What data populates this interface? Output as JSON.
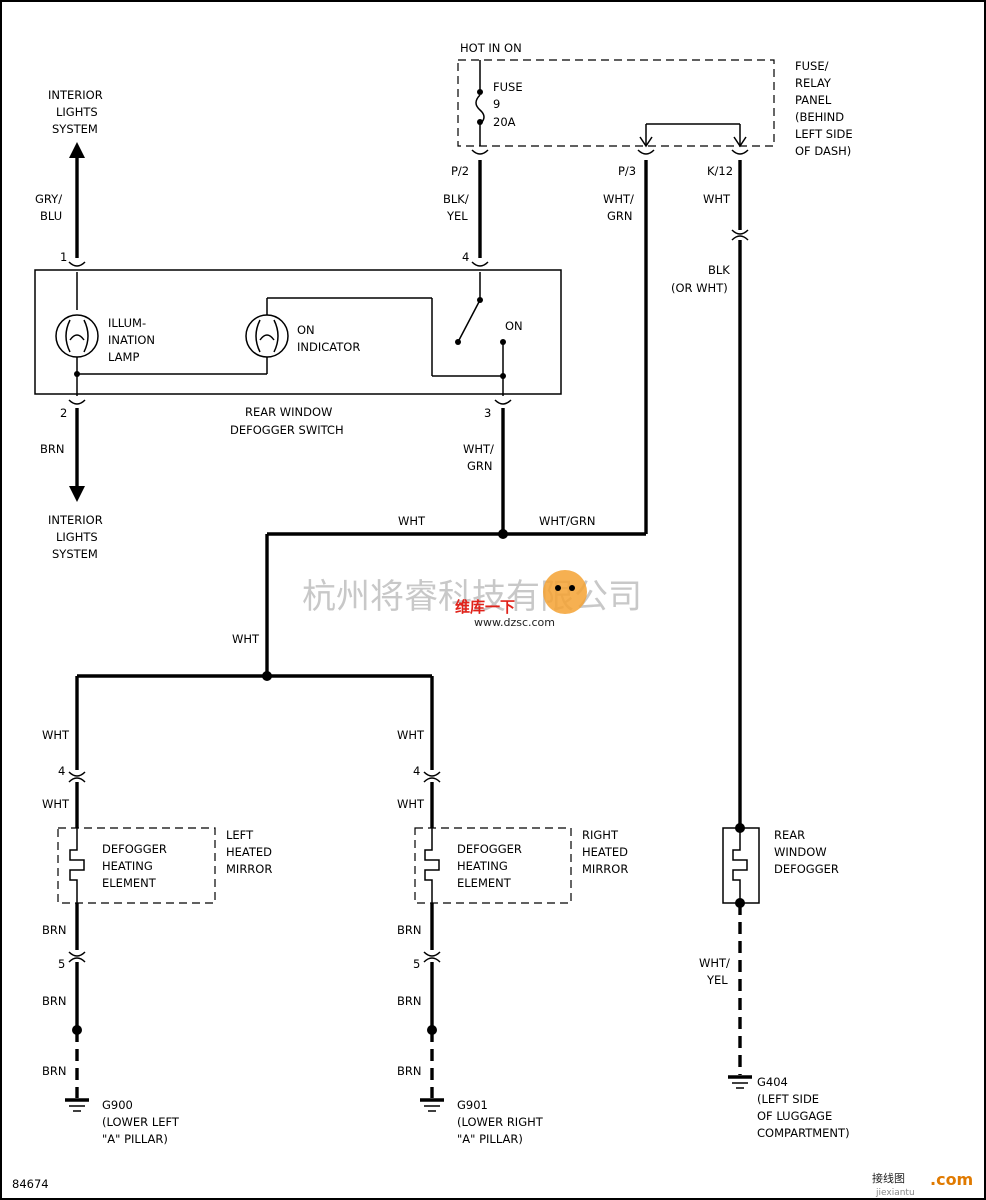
{
  "diagram_id": "84674",
  "labels": {
    "hot_in_on": "HOT IN ON",
    "fuse_1": "FUSE",
    "fuse_2": "9",
    "fuse_3": "20A",
    "fuse_panel_1": "FUSE/",
    "fuse_panel_2": "RELAY",
    "fuse_panel_3": "PANEL",
    "fuse_panel_4": "(BEHIND",
    "fuse_panel_5": "LEFT SIDE",
    "fuse_panel_6": "OF DASH)",
    "p2": "P/2",
    "p3": "P/3",
    "k12": "K/12",
    "blk_yel_1": "BLK/",
    "blk_yel_2": "YEL",
    "wht_grn_top_1": "WHT/",
    "wht_grn_top_2": "GRN",
    "wht_k12": "WHT",
    "blk_or_wht_1": "BLK",
    "blk_or_wht_2": "(OR WHT)",
    "interior_top_1": "INTERIOR",
    "interior_top_2": "LIGHTS",
    "interior_top_3": "SYSTEM",
    "gry_blu_1": "GRY/",
    "gry_blu_2": "BLU",
    "pin_1": "1",
    "pin_4": "4",
    "pin_2": "2",
    "pin_3": "3",
    "illum_1": "ILLUM-",
    "illum_2": "INATION",
    "illum_3": "LAMP",
    "on_ind_1": "ON",
    "on_ind_2": "INDICATOR",
    "on_switch": "ON",
    "switch_name_1": "REAR WINDOW",
    "switch_name_2": "DEFOGGER SWITCH",
    "brn_left": "BRN",
    "interior_bot_1": "INTERIOR",
    "interior_bot_2": "LIGHTS",
    "interior_bot_3": "SYSTEM",
    "wht_grn_mid_1": "WHT/",
    "wht_grn_mid_2": "GRN",
    "wht_junction": "WHT",
    "wht_grn_junction": "WHT/GRN",
    "wht_vertical": "WHT",
    "wht_l1": "WHT",
    "pin_l4": "4",
    "wht_l2": "WHT",
    "wht_r1": "WHT",
    "pin_r4": "4",
    "wht_r2": "WHT",
    "heat_l_1": "DEFOGGER",
    "heat_l_2": "HEATING",
    "heat_l_3": "ELEMENT",
    "heat_r_1": "DEFOGGER",
    "heat_r_2": "HEATING",
    "heat_r_3": "ELEMENT",
    "left_mirror_1": "LEFT",
    "left_mirror_2": "HEATED",
    "left_mirror_3": "MIRROR",
    "right_mirror_1": "RIGHT",
    "right_mirror_2": "HEATED",
    "right_mirror_3": "MIRROR",
    "brn_l1": "BRN",
    "pin_l5": "5",
    "brn_l2": "BRN",
    "brn_l3": "BRN",
    "brn_r1": "BRN",
    "pin_r5": "5",
    "brn_r2": "BRN",
    "brn_r3": "BRN",
    "rear_def_1": "REAR",
    "rear_def_2": "WINDOW",
    "rear_def_3": "DEFOGGER",
    "wht_yel_1": "WHT/",
    "wht_yel_2": "YEL",
    "g900_1": "G900",
    "g900_2": "(LOWER LEFT",
    "g900_3": "\"A\" PILLAR)",
    "g901_1": "G901",
    "g901_2": "(LOWER RIGHT",
    "g901_3": "\"A\" PILLAR)",
    "g404_1": "G404",
    "g404_2": "(LEFT SIDE",
    "g404_3": "OF LUGGAGE",
    "g404_4": "COMPARTMENT)"
  },
  "watermark": {
    "company": "杭州将睿科技有限公司",
    "brand": "维库一下",
    "url": "www.dzsc.com",
    "corner_cn": "接线图",
    "corner_com": ".com",
    "corner_url": "jiexiantu"
  }
}
